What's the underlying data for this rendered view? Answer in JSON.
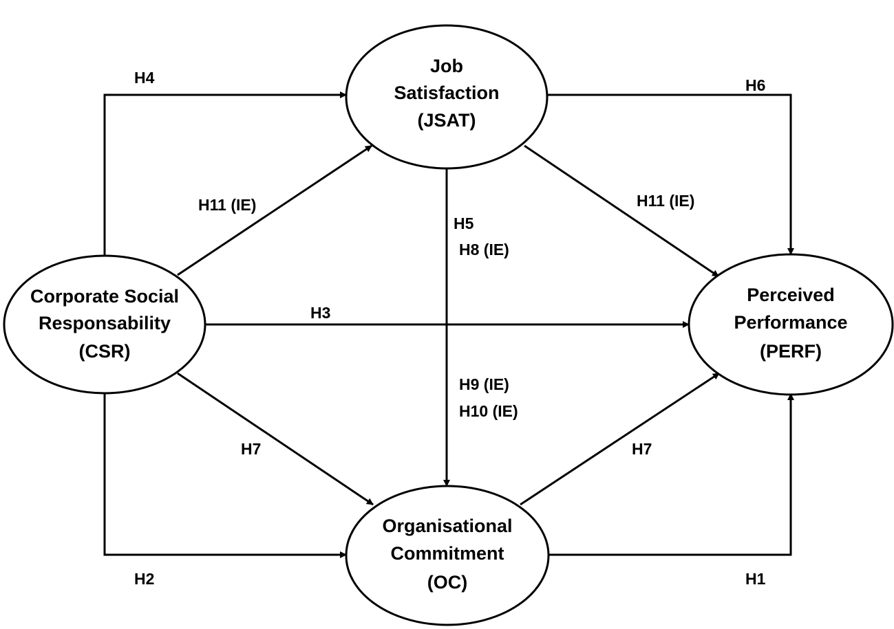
{
  "nodes": {
    "jsat": {
      "lines": [
        "Job",
        "Satisfaction",
        "(JSAT)"
      ]
    },
    "csr": {
      "lines": [
        "Corporate Social",
        "Responsability",
        "(CSR)"
      ]
    },
    "perf": {
      "lines": [
        "Perceived",
        "Performance",
        "(PERF)"
      ]
    },
    "oc": {
      "lines": [
        "Organisational",
        "Commitment",
        "(OC)"
      ]
    }
  },
  "edges": {
    "h4": "H4",
    "h6": "H6",
    "h11_left": "H11 (IE)",
    "h11_right": "H11 (IE)",
    "h5": "H5",
    "h8": "H8 (IE)",
    "h3": "H3",
    "h9": "H9 (IE)",
    "h10": "H10 (IE)",
    "h7_left": "H7",
    "h7_right": "H7",
    "h2": "H2",
    "h1": "H1"
  }
}
